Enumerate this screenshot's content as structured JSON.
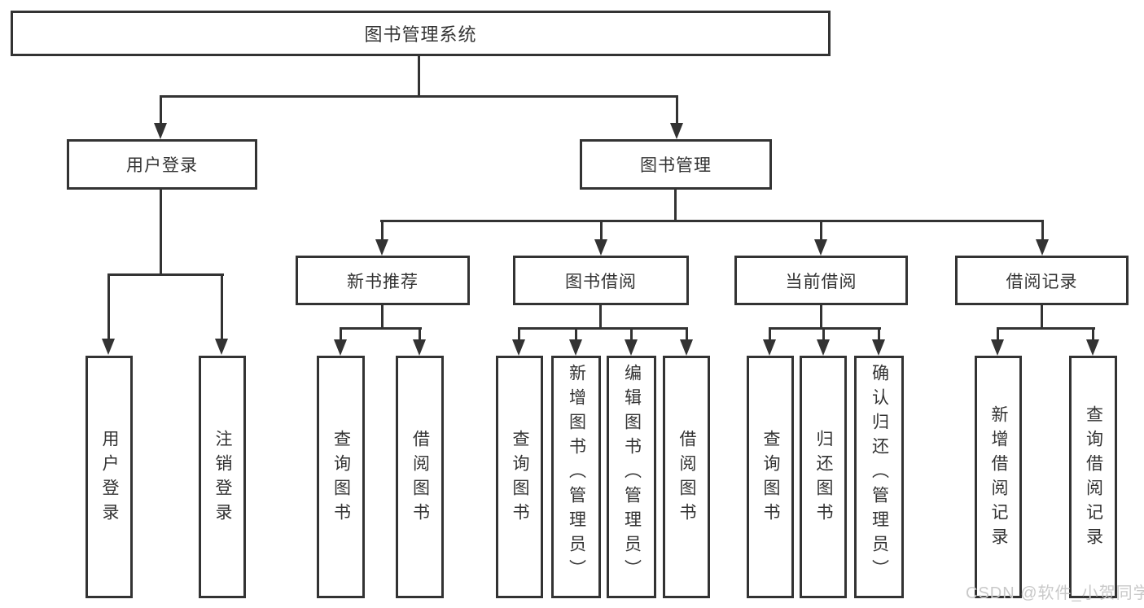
{
  "title": "图书管理系统",
  "nodes": {
    "root": "图书管理系统",
    "user_login": "用户登录",
    "book_mgmt": "图书管理",
    "new_books": "新书推荐",
    "book_borrow": "图书借阅",
    "current_borrow": "当前借阅",
    "borrow_records": "借阅记录",
    "leaf_user_login": "用户登录",
    "leaf_logout": "注销登录",
    "leaf_nb_query": "查询图书",
    "leaf_nb_borrow": "借阅图书",
    "leaf_bb_query": "查询图书",
    "leaf_bb_add": "新增图书（管理员）",
    "leaf_bb_edit": "编辑图书（管理员）",
    "leaf_bb_borrow": "借阅图书",
    "leaf_cb_query": "查询图书",
    "leaf_cb_return": "归还图书",
    "leaf_cb_confirm": "确认归还（管理员）",
    "leaf_br_add": "新增借阅记录",
    "leaf_br_query": "查询借阅记录"
  },
  "watermark": "CSDN @软件_小贺同学",
  "colors": {
    "line": "#333333",
    "text": "#333333",
    "watermark": "#c9c9c9",
    "background": "#ffffff"
  }
}
